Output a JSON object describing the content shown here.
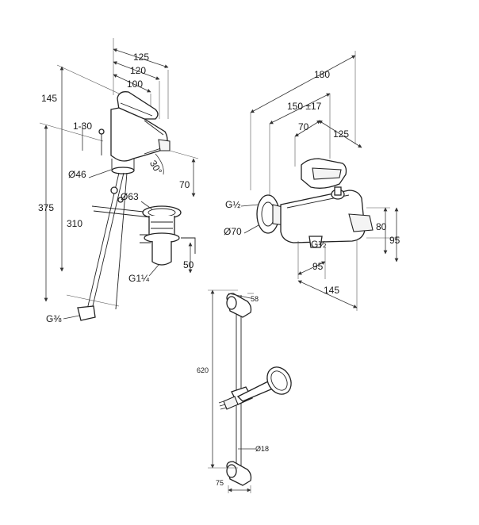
{
  "basin_mixer": {
    "dims": {
      "d125": "125",
      "d120": "120",
      "d100": "100",
      "d145": "145",
      "d1_30": "1-30",
      "d30deg": "30°",
      "d70": "70",
      "d_o46": "Ø46",
      "d_o63": "Ø63",
      "d375": "375",
      "d310": "310",
      "d50": "50",
      "g114": "G1¼",
      "g38": "G⅜"
    }
  },
  "bath_mixer": {
    "dims": {
      "d180": "180",
      "d150": "150 ±17",
      "d70": "70",
      "d125": "125",
      "g12a": "G½",
      "g12b": "G½",
      "d_o70": "Ø70",
      "d80": "80",
      "d95v": "95",
      "d95h": "95",
      "d145": "145"
    }
  },
  "shower_rail": {
    "dims": {
      "d58": "58",
      "d620": "620",
      "d_o18": "Ø18",
      "d75": "75"
    }
  }
}
